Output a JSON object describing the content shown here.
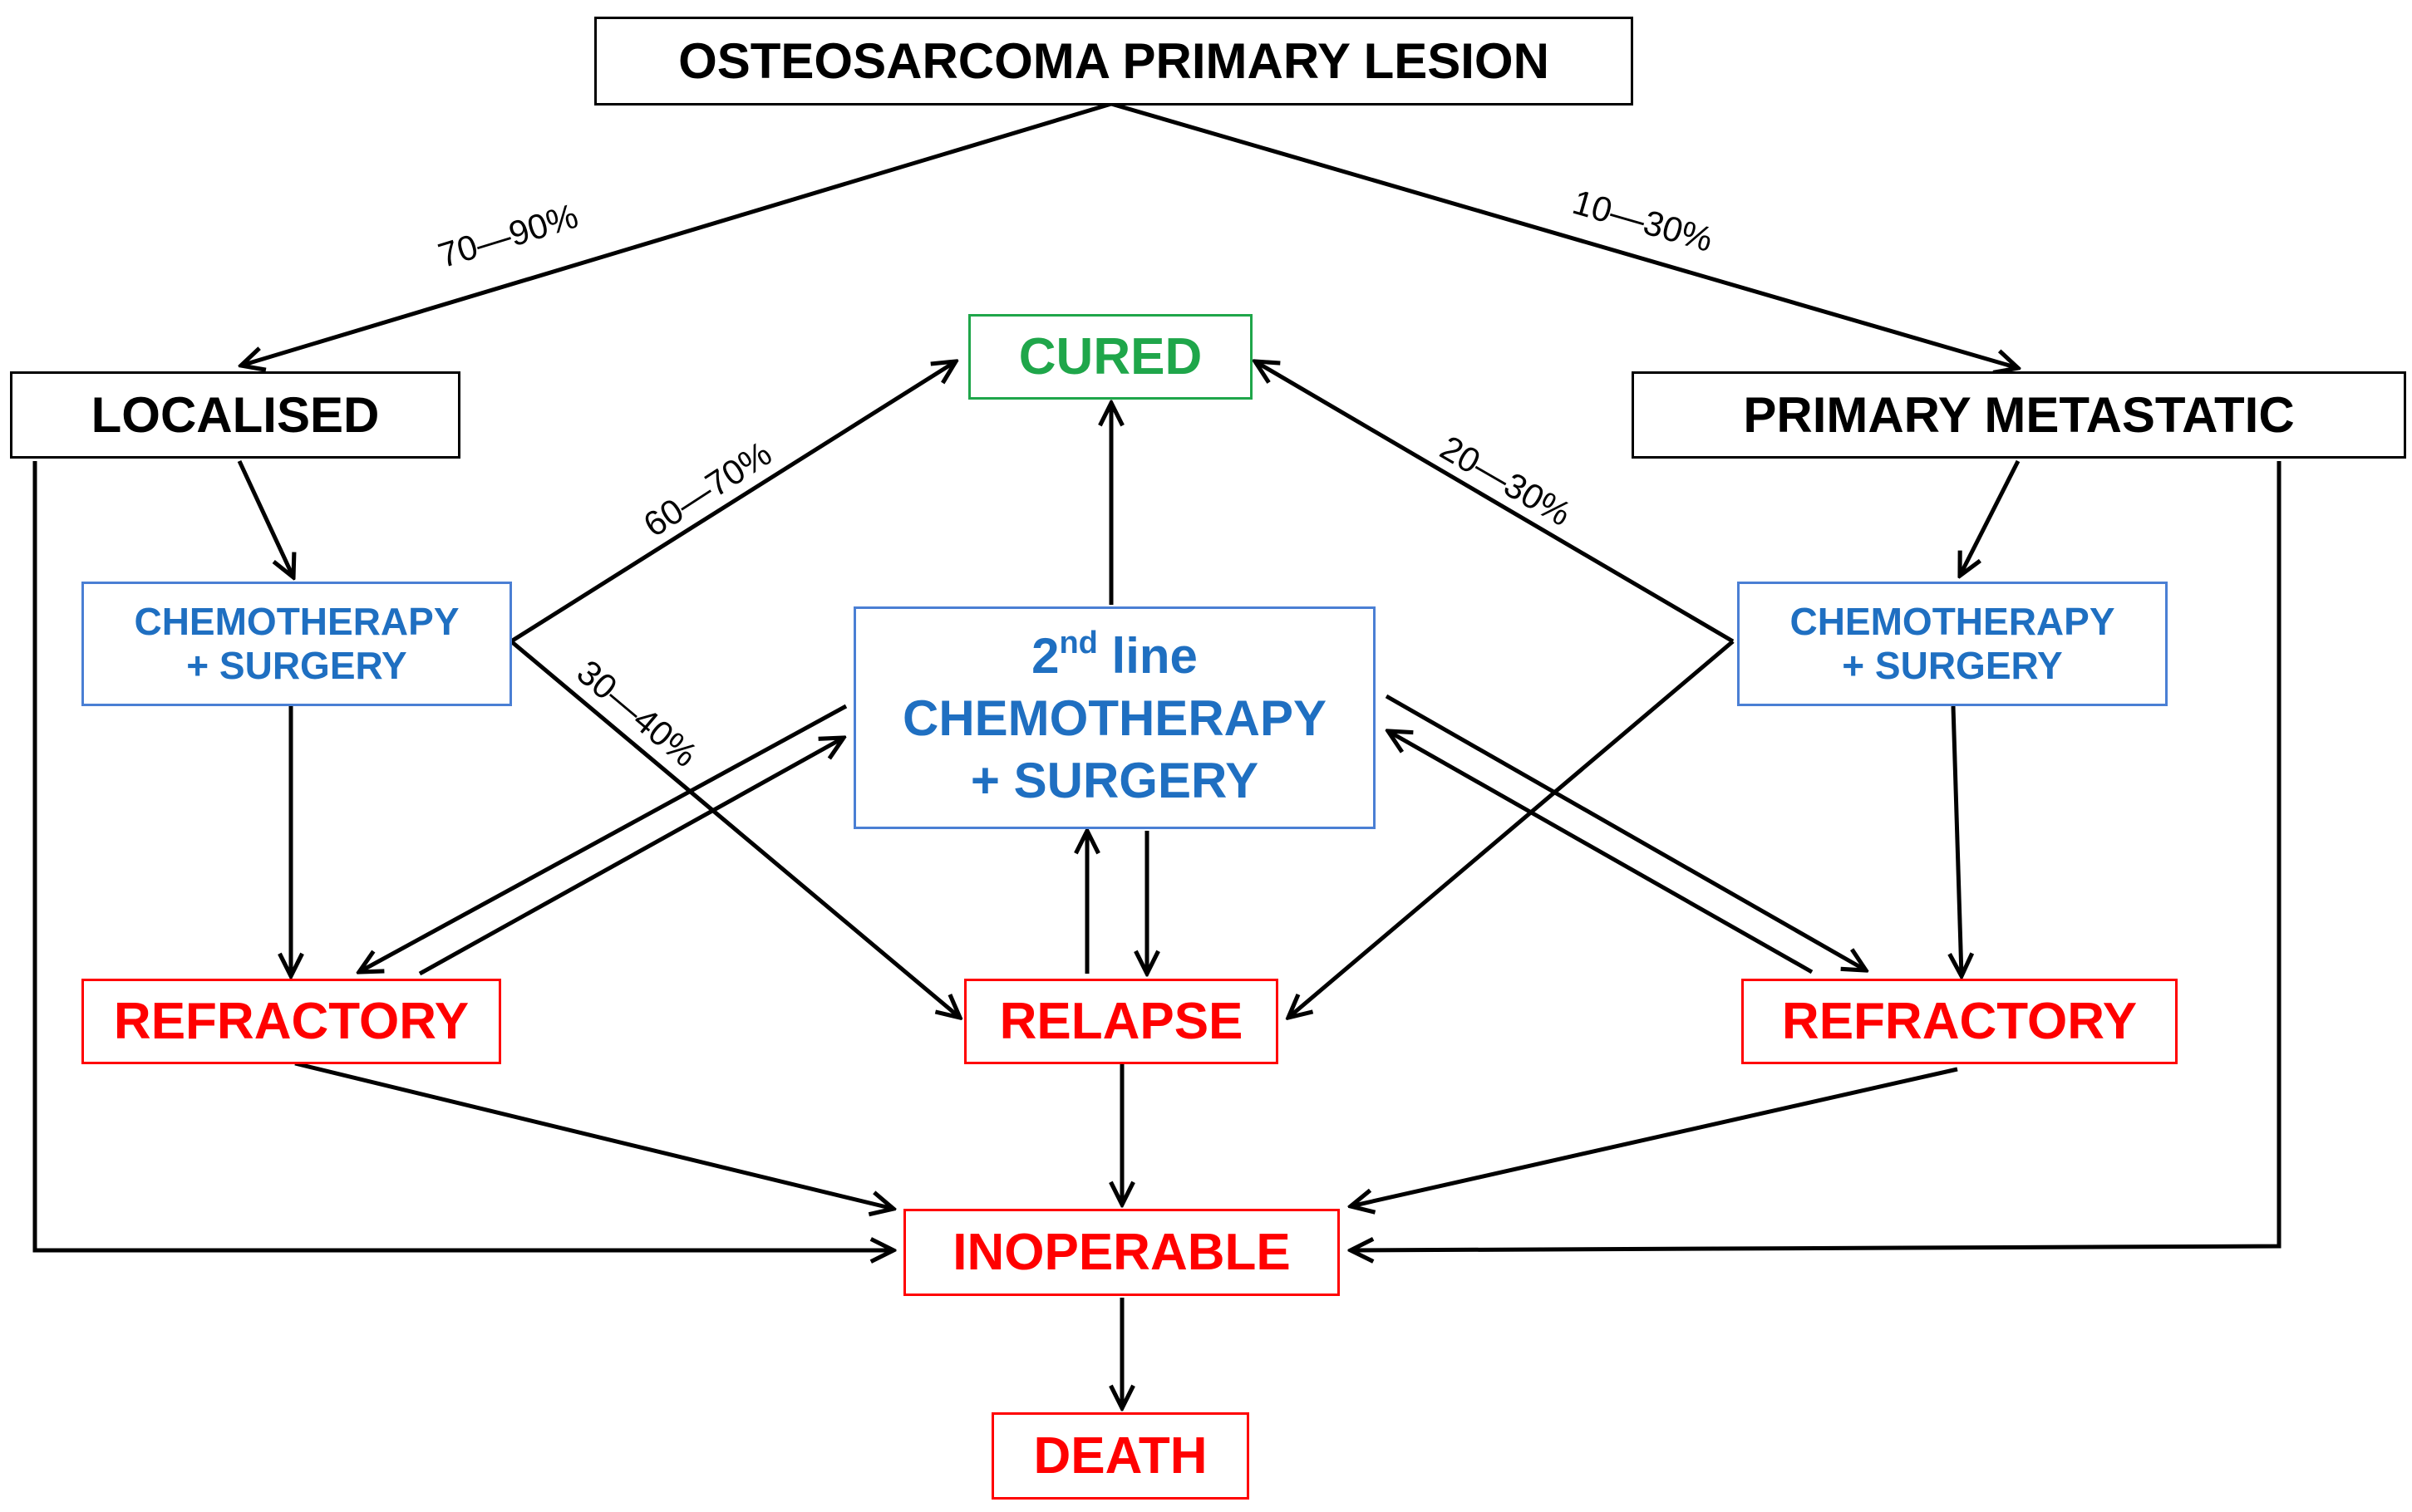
{
  "nodes": {
    "primary_lesion": "OSTEOSARCOMA PRIMARY LESION",
    "localised": "LOCALISED",
    "primary_metastatic": "PRIMARY METASTATIC",
    "cured": "CURED",
    "chemo_left_line1": "CHEMOTHERAPY",
    "chemo_left_line2": "+ SURGERY",
    "chemo_right_line1": "CHEMOTHERAPY",
    "chemo_right_line2": "+ SURGERY",
    "second_line_num": "2",
    "second_line_sup": "nd",
    "second_line_word": " line",
    "second_line_chemo": "CHEMOTHERAPY",
    "second_line_surgery": "+ SURGERY",
    "refractory_left": "REFRACTORY",
    "relapse": "RELAPSE",
    "refractory_right": "REFRACTORY",
    "inoperable": "INOPERABLE",
    "death": "DEATH"
  },
  "edge_labels": {
    "to_localised": "70—90%",
    "to_metastatic": "10—30%",
    "left_to_cured": "60—70%",
    "left_to_relapse": "30—40%",
    "right_to_cured": "20—30%"
  },
  "colors": {
    "neutral": "#000000",
    "treatment": "#1f6fc1",
    "adverse": "#ff0000",
    "cured": "#1fa64a"
  }
}
